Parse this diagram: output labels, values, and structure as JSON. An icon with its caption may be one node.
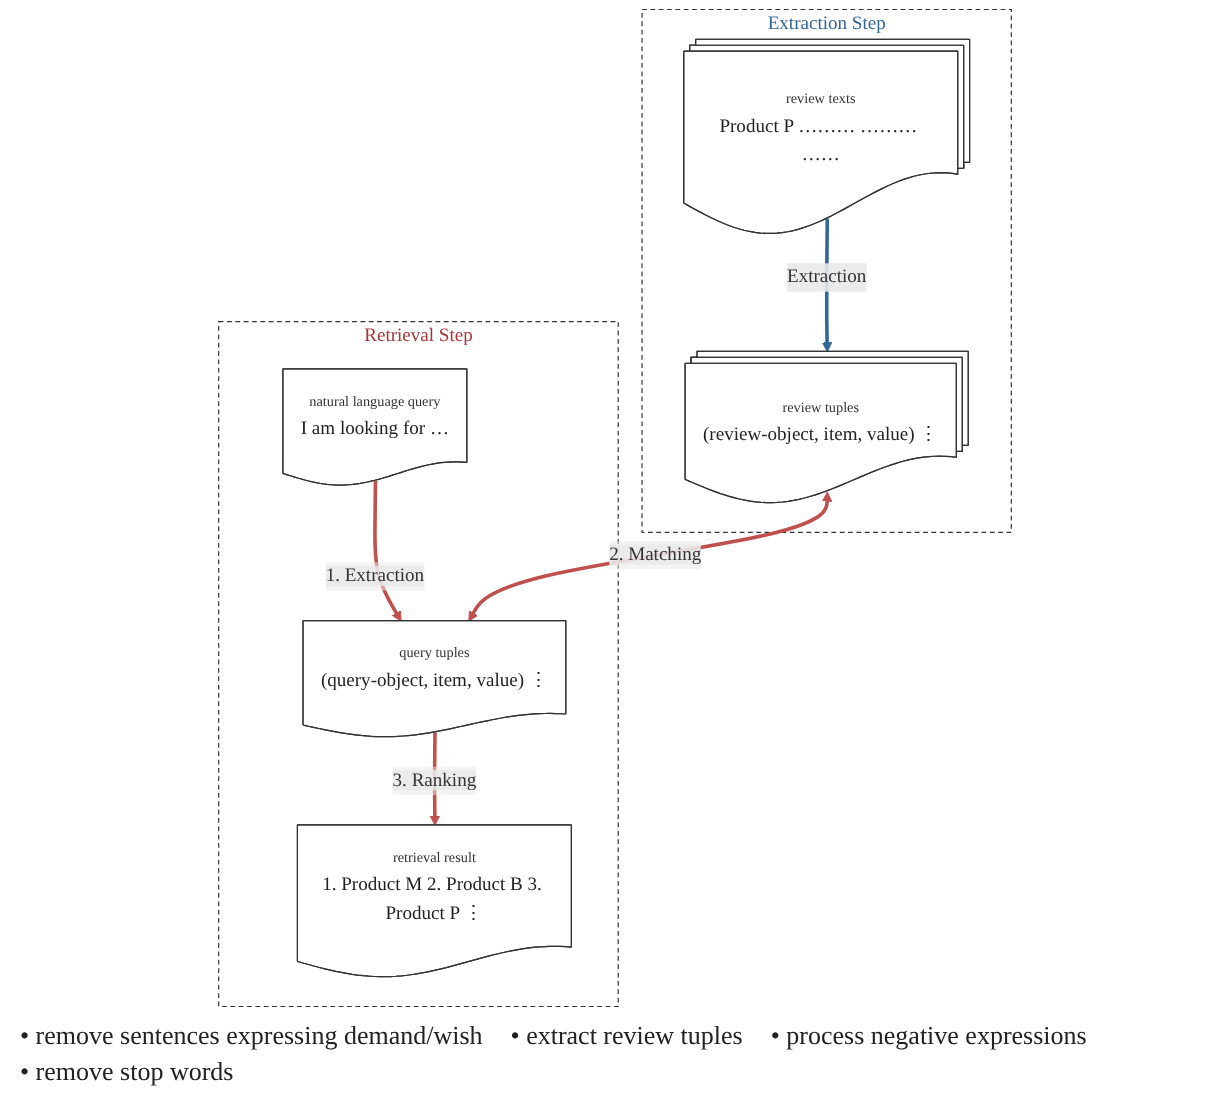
{
  "diagram": {
    "nodes": [
      {
        "text": [
          "Extraction Step"
        ]
      },
      {
        "text": [
          "review texts",
          "Product P ……… ……… ……"
        ],
        "in": 0
      },
      {
        "text": [
          "review tuples",
          "(review-object, item, value) ⋮"
        ],
        "in": 0
      },
      {
        "text": [
          "Retrieval Step"
        ]
      },
      {
        "text": [
          "natural language query",
          "I am looking for …"
        ],
        "in": 3
      },
      {
        "text": [
          "query tuples",
          "(query-object, item, value) ⋮"
        ],
        "in": 3
      },
      {
        "text": [
          "retrieval result",
          "1. Product M 2. Product B 3. Product P ⋮"
        ],
        "in": 3
      }
    ],
    "edges": [
      {
        "from": 1,
        "to": 2,
        "arrow": "to",
        "label": "Extraction",
        "color": "#336699"
      },
      {
        "from": 4,
        "to": 5,
        "arrow": "to",
        "label": "1. Extraction"
      },
      {
        "from": 2,
        "to": 5,
        "arrow": "both",
        "label": "2. Matching"
      },
      {
        "from": 5,
        "to": 6,
        "arrow": "to",
        "label": "3. Ranking"
      }
    ],
    "labels": [
      "• remove sentences expressing demand/wish",
      "• extract review tuples",
      "• process negative expressions",
      "• remove stop words"
    ]
  }
}
